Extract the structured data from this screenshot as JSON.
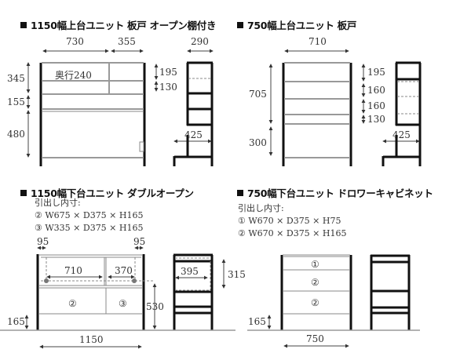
{
  "sections": {
    "upper_1150": {
      "title": "1150幅上台ユニット 板戸 オープン棚付き",
      "front": {
        "width_left": "730",
        "width_right": "355",
        "depth_label": "奥行240",
        "heights": [
          "345",
          "155",
          "480"
        ],
        "shelf_heights": [
          "195",
          "130"
        ]
      },
      "side": {
        "depth_top": "290",
        "depth_bottom": "425"
      }
    },
    "upper_750": {
      "title": "750幅上台ユニット 板戸",
      "front": {
        "width": "710",
        "heights": [
          "705",
          "300"
        ],
        "shelf_heights": [
          "195",
          "160",
          "160",
          "130"
        ]
      },
      "side": {
        "depth_bottom": "425"
      }
    },
    "lower_1150": {
      "title": "1150幅下台ユニット ダブルオープン",
      "drawer_label": "引出し内寸:",
      "drawers": [
        "② W675 × D375 × H165",
        "③ W335 × D375 × H165"
      ],
      "front": {
        "margin_left": "95",
        "margin_right": "95",
        "open_left": "710",
        "open_right": "370",
        "drawer_marks": [
          "②",
          "③"
        ],
        "height_total": "530",
        "height_base": "165",
        "width": "1150"
      },
      "side": {
        "depth": "395",
        "height": "315"
      }
    },
    "lower_750": {
      "title": "750幅下台ユニット ドロワーキャビネット",
      "drawer_label": "引出し内寸:",
      "drawers": [
        "① W670 × D375 × H75",
        "② W670 × D375 × H165"
      ],
      "front": {
        "drawer_marks": [
          "①",
          "②",
          "②"
        ],
        "height_base": "165",
        "width": "750"
      }
    }
  },
  "colors": {
    "frame": "#111111",
    "panel": "#999999",
    "dimension": "#444444",
    "background": "#ffffff"
  }
}
